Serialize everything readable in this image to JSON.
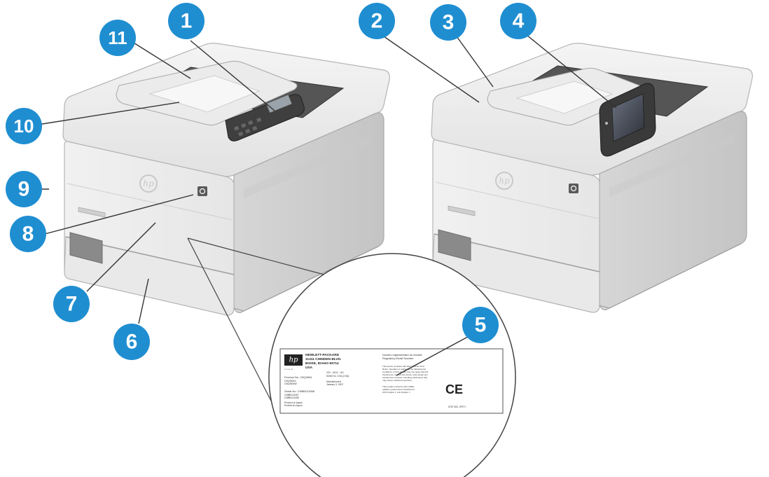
{
  "callout_color": "#1f8ed1",
  "callouts": [
    {
      "id": 1,
      "text": "1"
    },
    {
      "id": 2,
      "text": "2"
    },
    {
      "id": 3,
      "text": "3"
    },
    {
      "id": 4,
      "text": "4"
    },
    {
      "id": 5,
      "text": "5"
    },
    {
      "id": 6,
      "text": "6"
    },
    {
      "id": 7,
      "text": "7"
    },
    {
      "id": 8,
      "text": "8"
    },
    {
      "id": 9,
      "text": "9"
    },
    {
      "id": 10,
      "text": "10"
    },
    {
      "id": 11,
      "text": "11"
    }
  ],
  "logo": {
    "text": "hp",
    "icon": "hp-logo-icon"
  },
  "label": {
    "company": "HEWLETT-PACKARD",
    "address_1": "11311 CHINDEN BLVD.",
    "address_2": "BOISE, IDAHO  83714",
    "country": "USA",
    "invent": "i n v e n t",
    "product_no": "Product No. C5Q4504",
    "product_sub_1": "C5Q4504V",
    "product_sub_2": "C5Q4504W",
    "power": "220 - 240V ~ AC",
    "power_sub": "50/60 Hz, 2.5A (2.5A)",
    "manufactured": "Manufactured",
    "manufactured_date": "January 3, 2007",
    "serial_no": "Serial No. CNBB123456",
    "serial_sub_1": "CNBB123457",
    "serial_sub_2": "CNBB123458",
    "origin_1": "Product of Japan",
    "origin_2": "Produit du Japon",
    "regulatory_1": "Numéro réglementaire du modèle",
    "regulatory_2": "Regulatory Model Number",
    "fcc_1": "This device complies with Part 15 of the FCC",
    "fcc_2": "Rules. Operation is subject to the following two",
    "fcc_3": "conditions: (1) this device may not cause harmful",
    "fcc_4": "interference, and (2) this device must accept any",
    "fcc_5": "interference received, including interference that",
    "fcc_6": "may cause undesired operation.",
    "cdrh_1": "This product conforms with CDRH",
    "cdrh_2": "radiation performance standard 21",
    "cdrh_3": "CFR chapter 1, sub-chapter J.",
    "ce_mark": "CE",
    "footer": "ISTE BCI    >PET<"
  }
}
